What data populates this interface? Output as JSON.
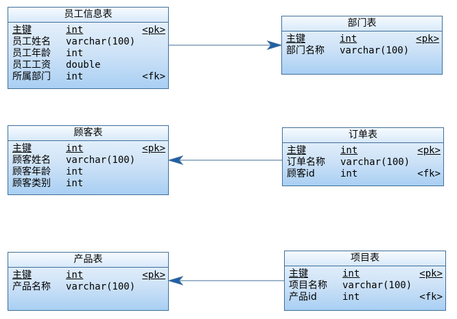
{
  "entities": [
    {
      "title": "员工信息表",
      "rows": [
        {
          "name": "主键",
          "type": "int",
          "key": "<pk>"
        },
        {
          "name": "员工姓名",
          "type": "varchar(100)",
          "key": ""
        },
        {
          "name": "员工年龄",
          "type": "int",
          "key": ""
        },
        {
          "name": "员工工资",
          "type": "double",
          "key": ""
        },
        {
          "name": "所属部门",
          "type": "int",
          "key": "<fk>"
        }
      ]
    },
    {
      "title": "部门表",
      "rows": [
        {
          "name": "主键",
          "type": "int",
          "key": "<pk>"
        },
        {
          "name": "部门名称",
          "type": "varchar(100)",
          "key": ""
        }
      ]
    },
    {
      "title": "顾客表",
      "rows": [
        {
          "name": "主键",
          "type": "int",
          "key": "<pk>"
        },
        {
          "name": "顾客姓名",
          "type": "varchar(100)",
          "key": ""
        },
        {
          "name": "顾客年龄",
          "type": "int",
          "key": ""
        },
        {
          "name": "顾客类别",
          "type": "int",
          "key": ""
        }
      ]
    },
    {
      "title": "订单表",
      "rows": [
        {
          "name": "主键",
          "type": "int",
          "key": "<pk>"
        },
        {
          "name": "订单名称",
          "type": "varchar(100)",
          "key": ""
        },
        {
          "name": "顾客id",
          "type": "int",
          "key": "<fk>"
        }
      ]
    },
    {
      "title": "产品表",
      "rows": [
        {
          "name": "主键",
          "type": "int",
          "key": "<pk>"
        },
        {
          "name": "产品名称",
          "type": "varchar(100)",
          "key": ""
        }
      ]
    },
    {
      "title": "项目表",
      "rows": [
        {
          "name": "主键",
          "type": "int",
          "key": "<pk>"
        },
        {
          "name": "项目名称",
          "type": "varchar(100)",
          "key": ""
        },
        {
          "name": "产品id",
          "type": "int",
          "key": "<fk>"
        }
      ]
    }
  ],
  "colors": {
    "line": "#3f6e98",
    "fill": "#cfe3f7"
  }
}
